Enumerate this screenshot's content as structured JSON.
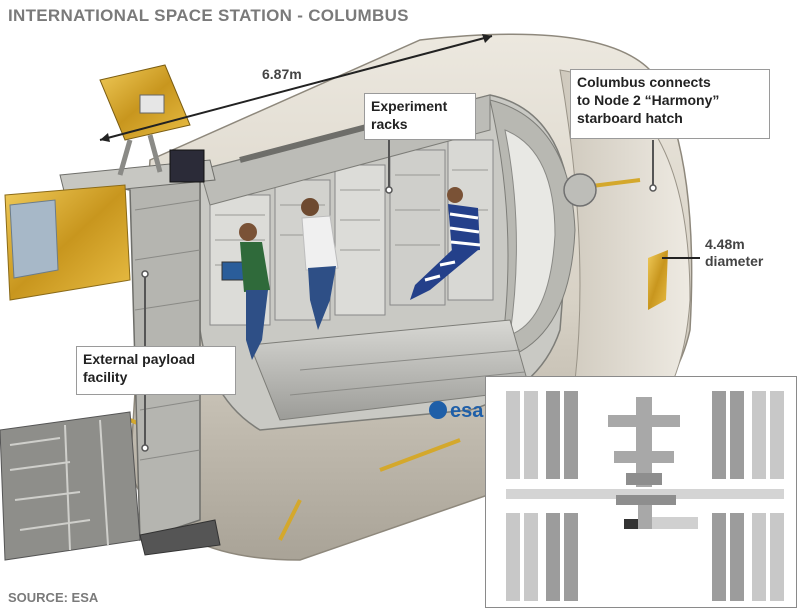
{
  "title": "INTERNATIONAL SPACE STATION - COLUMBUS",
  "source": "SOURCE: ESA",
  "length_label": "6.87m",
  "diameter_label": "4.48m\ndiameter",
  "callouts": {
    "experiment_racks": "Experiment\nracks",
    "columbus_connects": "Columbus connects\nto Node 2 “Harmony”\nstarboard hatch",
    "external_payload": "External payload\nfacility"
  },
  "logo_text": "esa",
  "colors": {
    "hull": "#d8d2c6",
    "hull_dark": "#a9a397",
    "interior": "#c9c9c4",
    "gold": "#d4a82c",
    "module_highlight": "#333333"
  }
}
